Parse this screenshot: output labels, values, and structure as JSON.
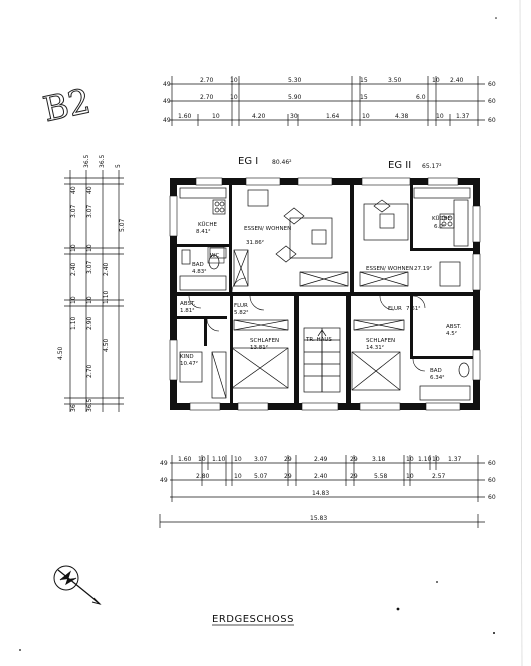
{
  "sheet_mark": "B2",
  "title": "ERDGESCHOSS",
  "units": [
    {
      "name": "EG I",
      "area": "80.46²"
    },
    {
      "name": "EG II",
      "area": "65.17²"
    }
  ],
  "rooms": {
    "kueche_1_name": "KÜCHE",
    "kueche_1_area": "8.41²",
    "essen_1_name": "ESSEN/ WOHNEN",
    "essen_1_area": "31.86²",
    "bad_1_name": "BAD",
    "bad_1_area": "4.83²",
    "wc": "WC",
    "abst_1": "ABST.",
    "abst_1_area": "1.81²",
    "flur_1": "FLUR",
    "flur_1_area": "5.82²",
    "kind": "KIND",
    "kind_area": "10.47²",
    "schlafen_1": "SCHLAFEN",
    "schlafen_1_area": "13.81²",
    "treppenhaus": "TR. HAUS",
    "schlafen_2": "SCHLAFEN",
    "schlafen_2_area": "14.31²",
    "essen_2_name": "ESSEN/ WOHNEN",
    "essen_2_area": "27.19²",
    "kueche_2_name": "KÜCHE",
    "kueche_2_area": "6.0²",
    "flur_2": "FLUR",
    "flur_2_area": "7.61²",
    "abst_2": "ABST.",
    "abst_2_area": "4.5²",
    "bad_2_name": "BAD",
    "bad_2_area": "6.34²"
  },
  "dims_top": {
    "r1": [
      "2.70",
      "10",
      "5.30",
      "15",
      "3.50",
      "10",
      "2.40"
    ],
    "r2": [
      "2.70",
      "10",
      "5.90",
      "15",
      "6.0"
    ],
    "r3": [
      "1.60",
      "10",
      "4.20",
      "30",
      "1.64",
      "10",
      "4.38",
      "10",
      "1.37"
    ],
    "left": [
      "49",
      "49",
      "49"
    ],
    "right": [
      "60",
      "60",
      "60"
    ]
  },
  "dims_bottom": {
    "r1": [
      "1.60",
      "10",
      "1.10",
      "10",
      "3.07",
      "29",
      "2.49",
      "29",
      "3.18",
      "10",
      "1.10",
      "10",
      "1.37"
    ],
    "r2": [
      "2.80",
      "10",
      "5.07",
      "29",
      "2.40",
      "29",
      "5.58",
      "10",
      "2.57"
    ],
    "r3": "14.83",
    "r4": "15.83",
    "left": [
      "49",
      "49"
    ],
    "right": [
      "60",
      "60",
      "60"
    ]
  },
  "dims_left": {
    "top": [
      "5",
      "36.5",
      "36.5"
    ],
    "col1": [
      "2.40",
      "10",
      "3.07",
      "40"
    ],
    "col2": [
      "10",
      "3.07",
      "40",
      "3.07",
      "5.07"
    ],
    "col3": [
      "2.90",
      "10",
      "1.10",
      "2.40",
      "4.50"
    ],
    "col4": [
      "2.70",
      "10",
      "1.10",
      "4.50"
    ],
    "bottom": [
      "36",
      "36.5"
    ]
  }
}
